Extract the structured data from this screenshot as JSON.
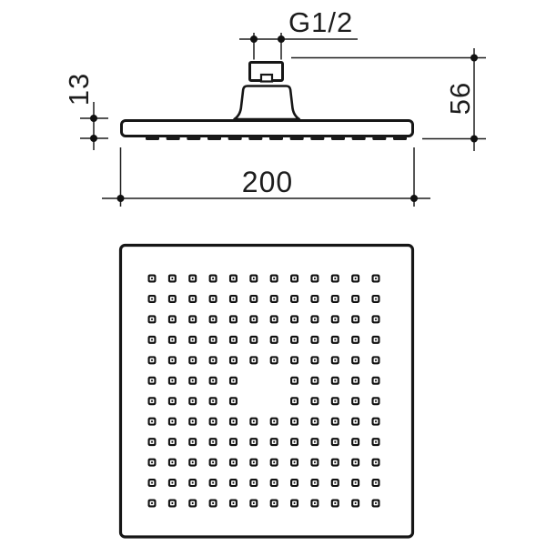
{
  "drawing": {
    "labels": {
      "thread_size": "G1/2",
      "face_thickness_mm": "13",
      "overall_height_mm": "56",
      "face_width_mm": "200"
    },
    "colors": {
      "line": "#1a1a1a",
      "background": "#ffffff"
    },
    "side_view": {
      "nozzle_dash_count": 13
    },
    "face_view": {
      "nozzle_grid": {
        "rows": 12,
        "cols": 12,
        "missing_cells_row_col": [
          [
            6,
            6
          ],
          [
            6,
            7
          ],
          [
            7,
            6
          ],
          [
            7,
            7
          ]
        ]
      }
    }
  }
}
